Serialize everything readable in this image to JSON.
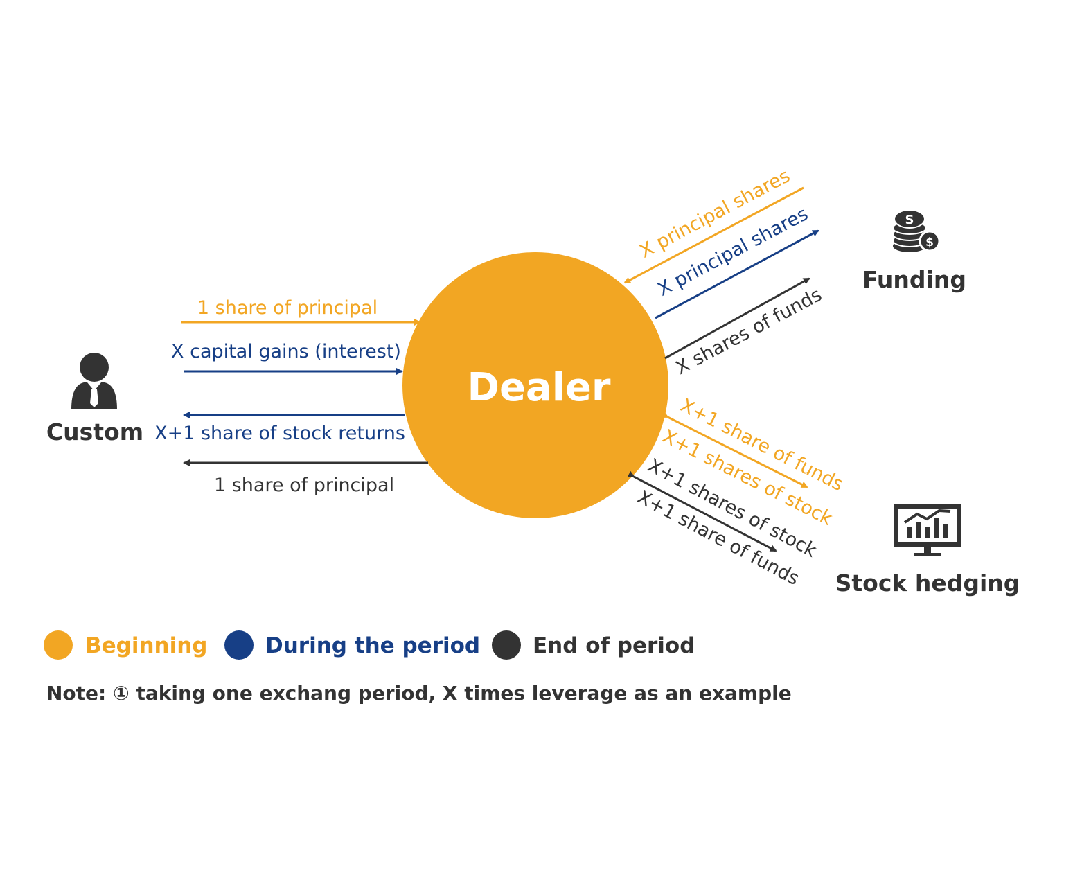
{
  "colors": {
    "beginning": "#F2A623",
    "during": "#173F86",
    "end": "#333333",
    "dealer_fill": "#F2A623"
  },
  "nodes": {
    "dealer": "Dealer",
    "custom": "Custom",
    "funding": "Funding",
    "stock_hedging": "Stock hedging"
  },
  "icons": {
    "custom": "businessman-icon",
    "funding": "coin-stack-icon",
    "stock_hedging": "monitor-chart-icon"
  },
  "flows": {
    "custom_1": "1 share of principal",
    "custom_2": "X capital gains (interest)",
    "custom_3": "X+1 share of stock returns",
    "custom_4": "1 share of principal",
    "funding_1": "X principal shares",
    "funding_2": "X principal shares",
    "funding_3": "X shares of funds",
    "hedge_1": "X+1 share of funds",
    "hedge_2": "X+1 shares of stock",
    "hedge_3": "X+1 shares of stock",
    "hedge_4": "X+1 share of funds"
  },
  "legend": {
    "beginning": "Beginning",
    "during": "During the period",
    "end": "End of period"
  },
  "note": "Note: ① taking one exchang period, X times leverage as an example"
}
